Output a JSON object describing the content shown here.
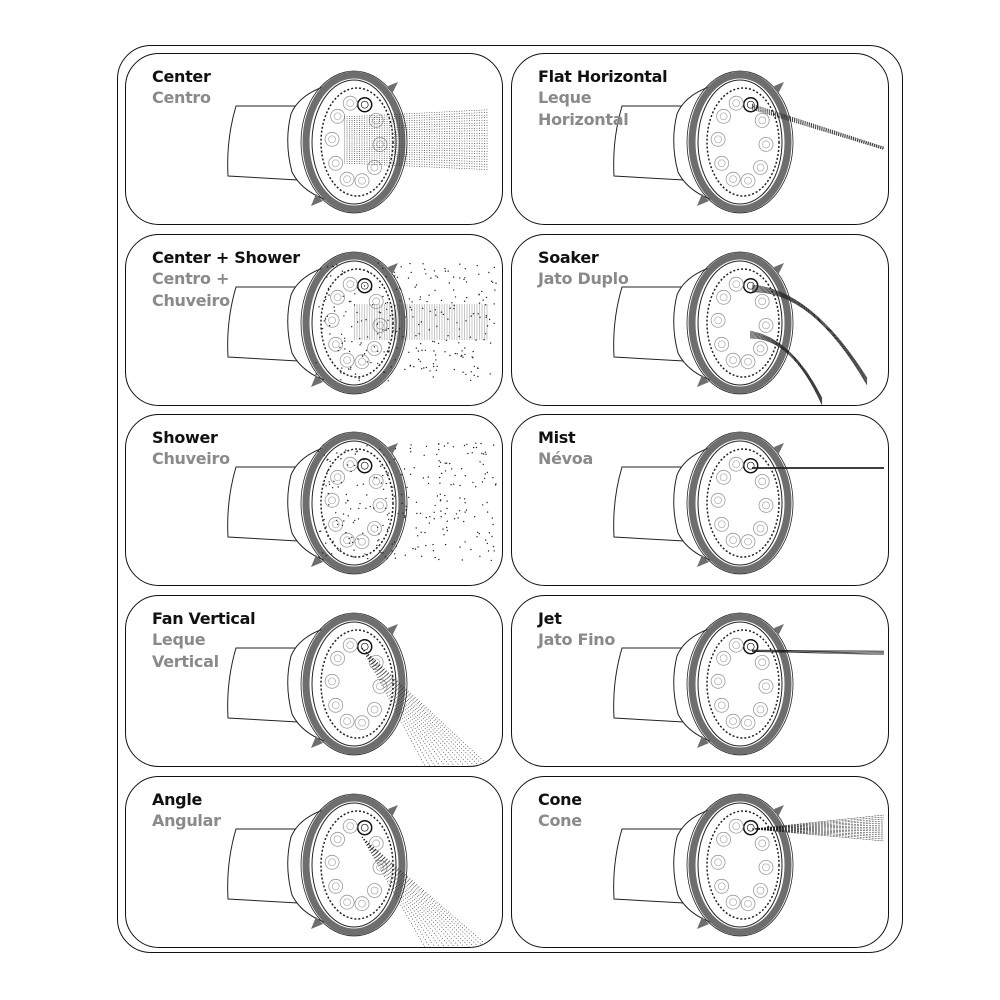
{
  "modes": [
    {
      "en": "Center",
      "pt": "Centro",
      "spray": "center"
    },
    {
      "en": "Flat Horizontal",
      "pt": "Leque Horizontal",
      "spray": "flat-horizontal"
    },
    {
      "en": "Center + Shower",
      "pt": "Centro + Chuveiro",
      "spray": "center-shower"
    },
    {
      "en": "Soaker",
      "pt": "Jato Duplo",
      "spray": "soaker"
    },
    {
      "en": "Shower",
      "pt": "Chuveiro",
      "spray": "shower"
    },
    {
      "en": "Mist",
      "pt": "Névoa",
      "spray": "mist"
    },
    {
      "en": "Fan Vertical",
      "pt": "Leque Vertical",
      "spray": "fan-vertical"
    },
    {
      "en": "Jet",
      "pt": "Jato Fino",
      "spray": "jet"
    },
    {
      "en": "Angle",
      "pt": "Angular",
      "spray": "angle"
    },
    {
      "en": "Cone",
      "pt": "Cone",
      "spray": "cone"
    }
  ],
  "colors": {
    "ring": "#6e6e6e",
    "line": "#111111",
    "subtitle": "#8a8a8a"
  }
}
